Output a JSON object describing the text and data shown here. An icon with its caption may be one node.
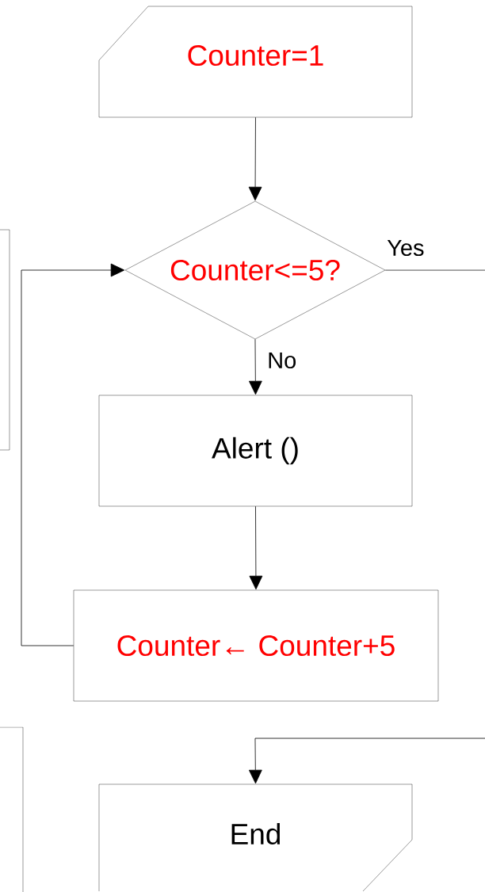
{
  "diagram": {
    "nodes": [
      {
        "text": [
          "Counter=1"
        ]
      },
      {
        "text": [
          "Counter<=5?"
        ]
      },
      {
        "text": [
          "Alert ()"
        ]
      },
      {
        "text": [
          "Counter← Counter+5"
        ]
      },
      {
        "text": [
          "End"
        ]
      },
      {
        "text": [],
        "shape": "box"
      },
      {
        "text": [],
        "shape": "box"
      }
    ],
    "edges": [
      {
        "from": 0,
        "to": 1,
        "arrow": "to"
      },
      {
        "from": 1,
        "to": 2,
        "arrow": "to",
        "label": "No"
      },
      {
        "from": 2,
        "to": 3,
        "arrow": "to"
      },
      {
        "from": 3,
        "to": 1,
        "arrow": "to"
      },
      {
        "from": 1,
        "to": null,
        "arrow": "none",
        "label": "Yes"
      },
      {
        "from": null,
        "to": 4,
        "arrow": "to"
      }
    ]
  }
}
